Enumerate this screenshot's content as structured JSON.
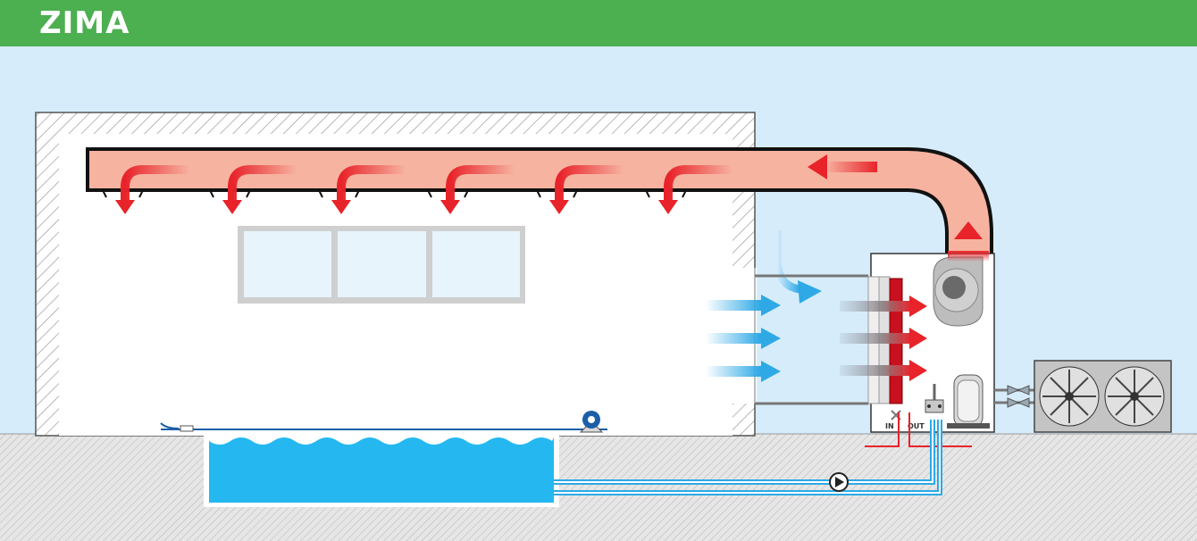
{
  "header": {
    "title": "ZIMA"
  },
  "labels": {
    "inlet": "IN",
    "outlet": "OUT"
  },
  "colors": {
    "header_green": "#4caf50",
    "sky": "#d6ecfb",
    "hot_air": "#f6b3a0",
    "hot_arrow": "#e8232a",
    "cold_arrow": "#2ea9e6",
    "pool_water": "#25b8f0"
  },
  "icons": [
    "wall-hatch",
    "air-duct",
    "window",
    "fan-blower",
    "heat-exchanger-coil",
    "compressor",
    "outdoor-fan-unit",
    "circulation-pump",
    "pool-cover-reel",
    "valve"
  ]
}
